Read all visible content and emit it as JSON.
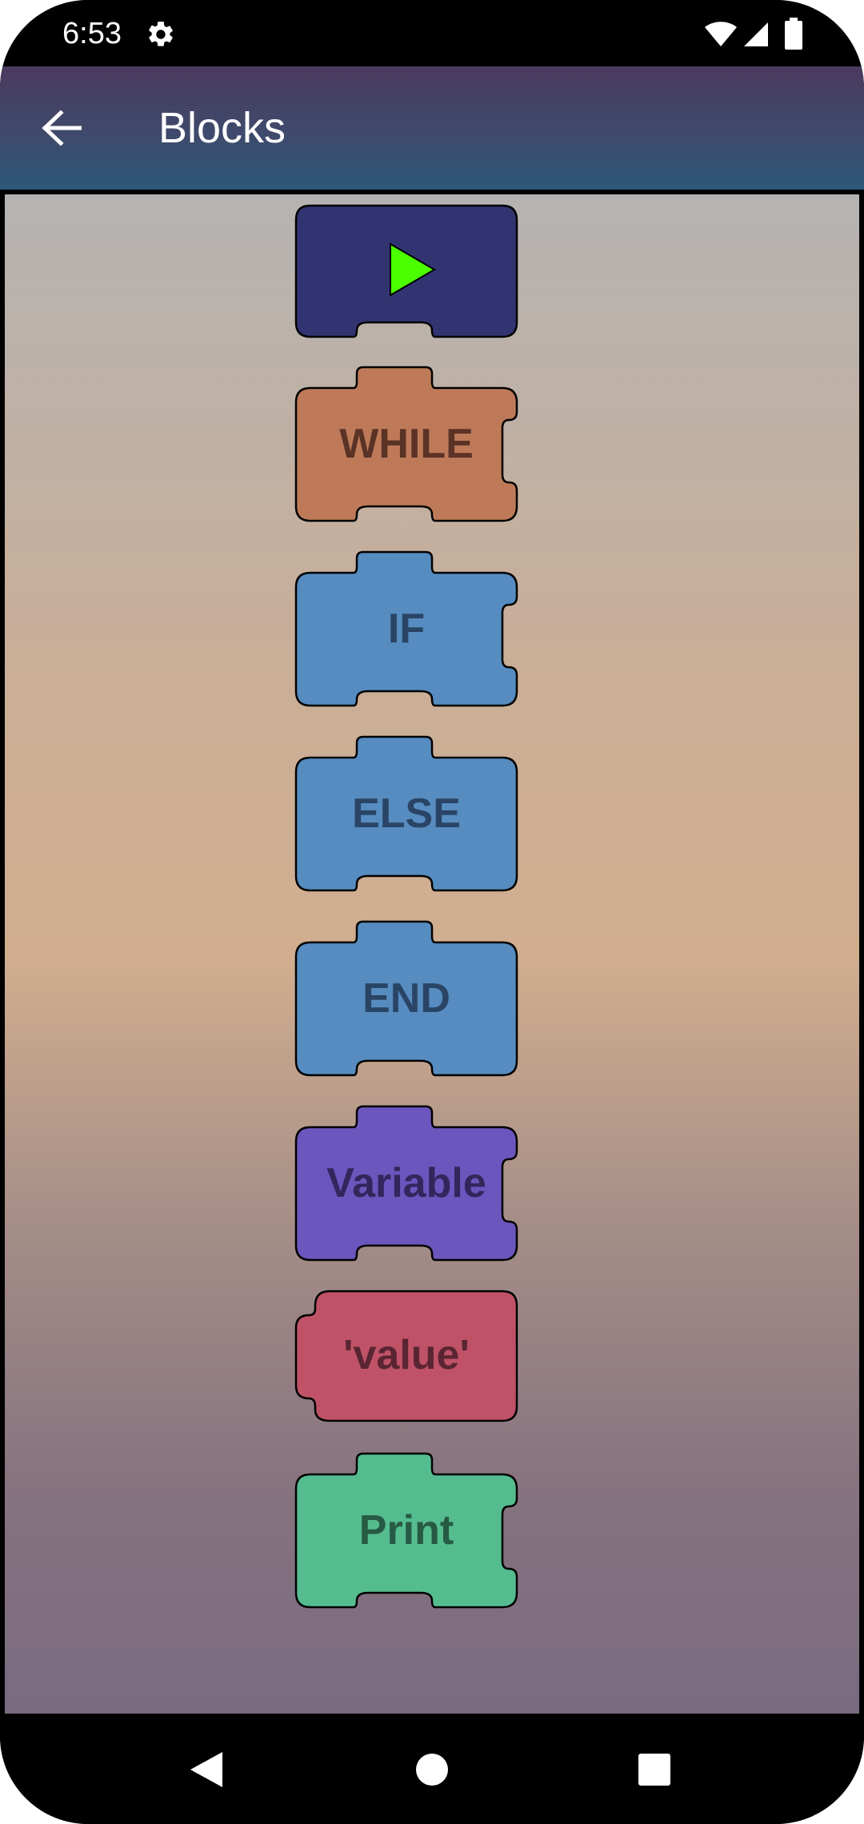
{
  "status_bar": {
    "time": "6:53",
    "icons": [
      "settings-gear-icon",
      "wifi-icon",
      "cell-signal-icon",
      "battery-icon"
    ]
  },
  "app_bar": {
    "title": "Blocks",
    "back_icon": "arrow-left-icon",
    "gradient": [
      "#4a3a5e",
      "#2d5878"
    ]
  },
  "blocks": [
    {
      "id": "start",
      "label": "",
      "icon": "play-icon",
      "fill": "#323472",
      "text_color": "#2b2b5c",
      "shape": "start"
    },
    {
      "id": "while",
      "label": "WHILE",
      "fill": "#be7a58",
      "text_color": "#5a3326",
      "shape": "statement"
    },
    {
      "id": "if",
      "label": "IF",
      "fill": "#568cbf",
      "text_color": "#2a4465",
      "shape": "statement"
    },
    {
      "id": "else",
      "label": "ELSE",
      "fill": "#568cbf",
      "text_color": "#2a4465",
      "shape": "plain"
    },
    {
      "id": "end",
      "label": "END",
      "fill": "#568cbf",
      "text_color": "#2a4465",
      "shape": "plain"
    },
    {
      "id": "variable",
      "label": "Variable",
      "fill": "#6a56bc",
      "text_color": "#32265c",
      "shape": "statement"
    },
    {
      "id": "value",
      "label": "'value'",
      "fill": "#bf5267",
      "text_color": "#5a2533",
      "shape": "value"
    },
    {
      "id": "print",
      "label": "Print",
      "fill": "#55bc8f",
      "text_color": "#275a44",
      "shape": "statement"
    }
  ],
  "nav_bar": {
    "icons": [
      "back-triangle-icon",
      "home-circle-icon",
      "recents-square-icon"
    ]
  },
  "colors": {
    "play_green": "#4cff00",
    "outline": "#000000"
  }
}
